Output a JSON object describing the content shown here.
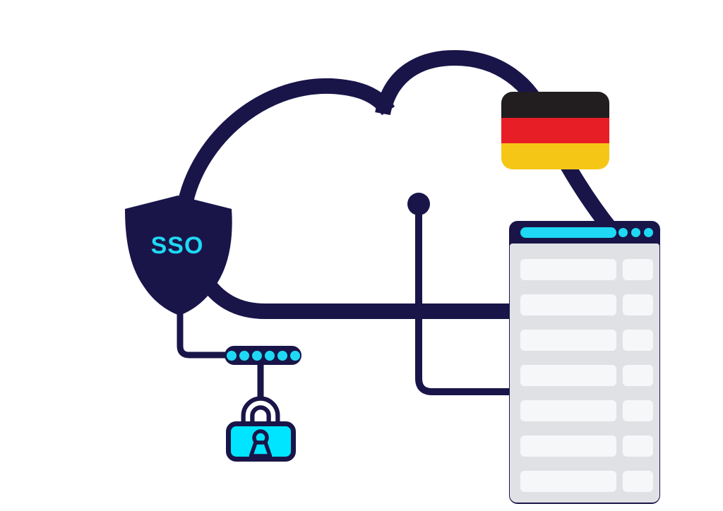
{
  "colors": {
    "background": "#ffffff",
    "navy": "#191549",
    "cyan": "#1fd9f4",
    "lock-cyan": "#00e5ff",
    "flag-black": "#221d1e",
    "flag-red": "#e81e26",
    "flag-gold": "#f6c616",
    "window-gray": "#e0e1e4",
    "row-white": "#f6f7f8"
  },
  "illustration": {
    "shield": {
      "label": "SSO"
    },
    "password_field": {
      "dot_count": 6
    },
    "flag": {
      "country": "Germany",
      "stripe_colors": [
        "flag-black",
        "flag-red",
        "flag-gold"
      ]
    },
    "browser": {
      "row_count": 7,
      "control_dot_count": 3
    }
  }
}
